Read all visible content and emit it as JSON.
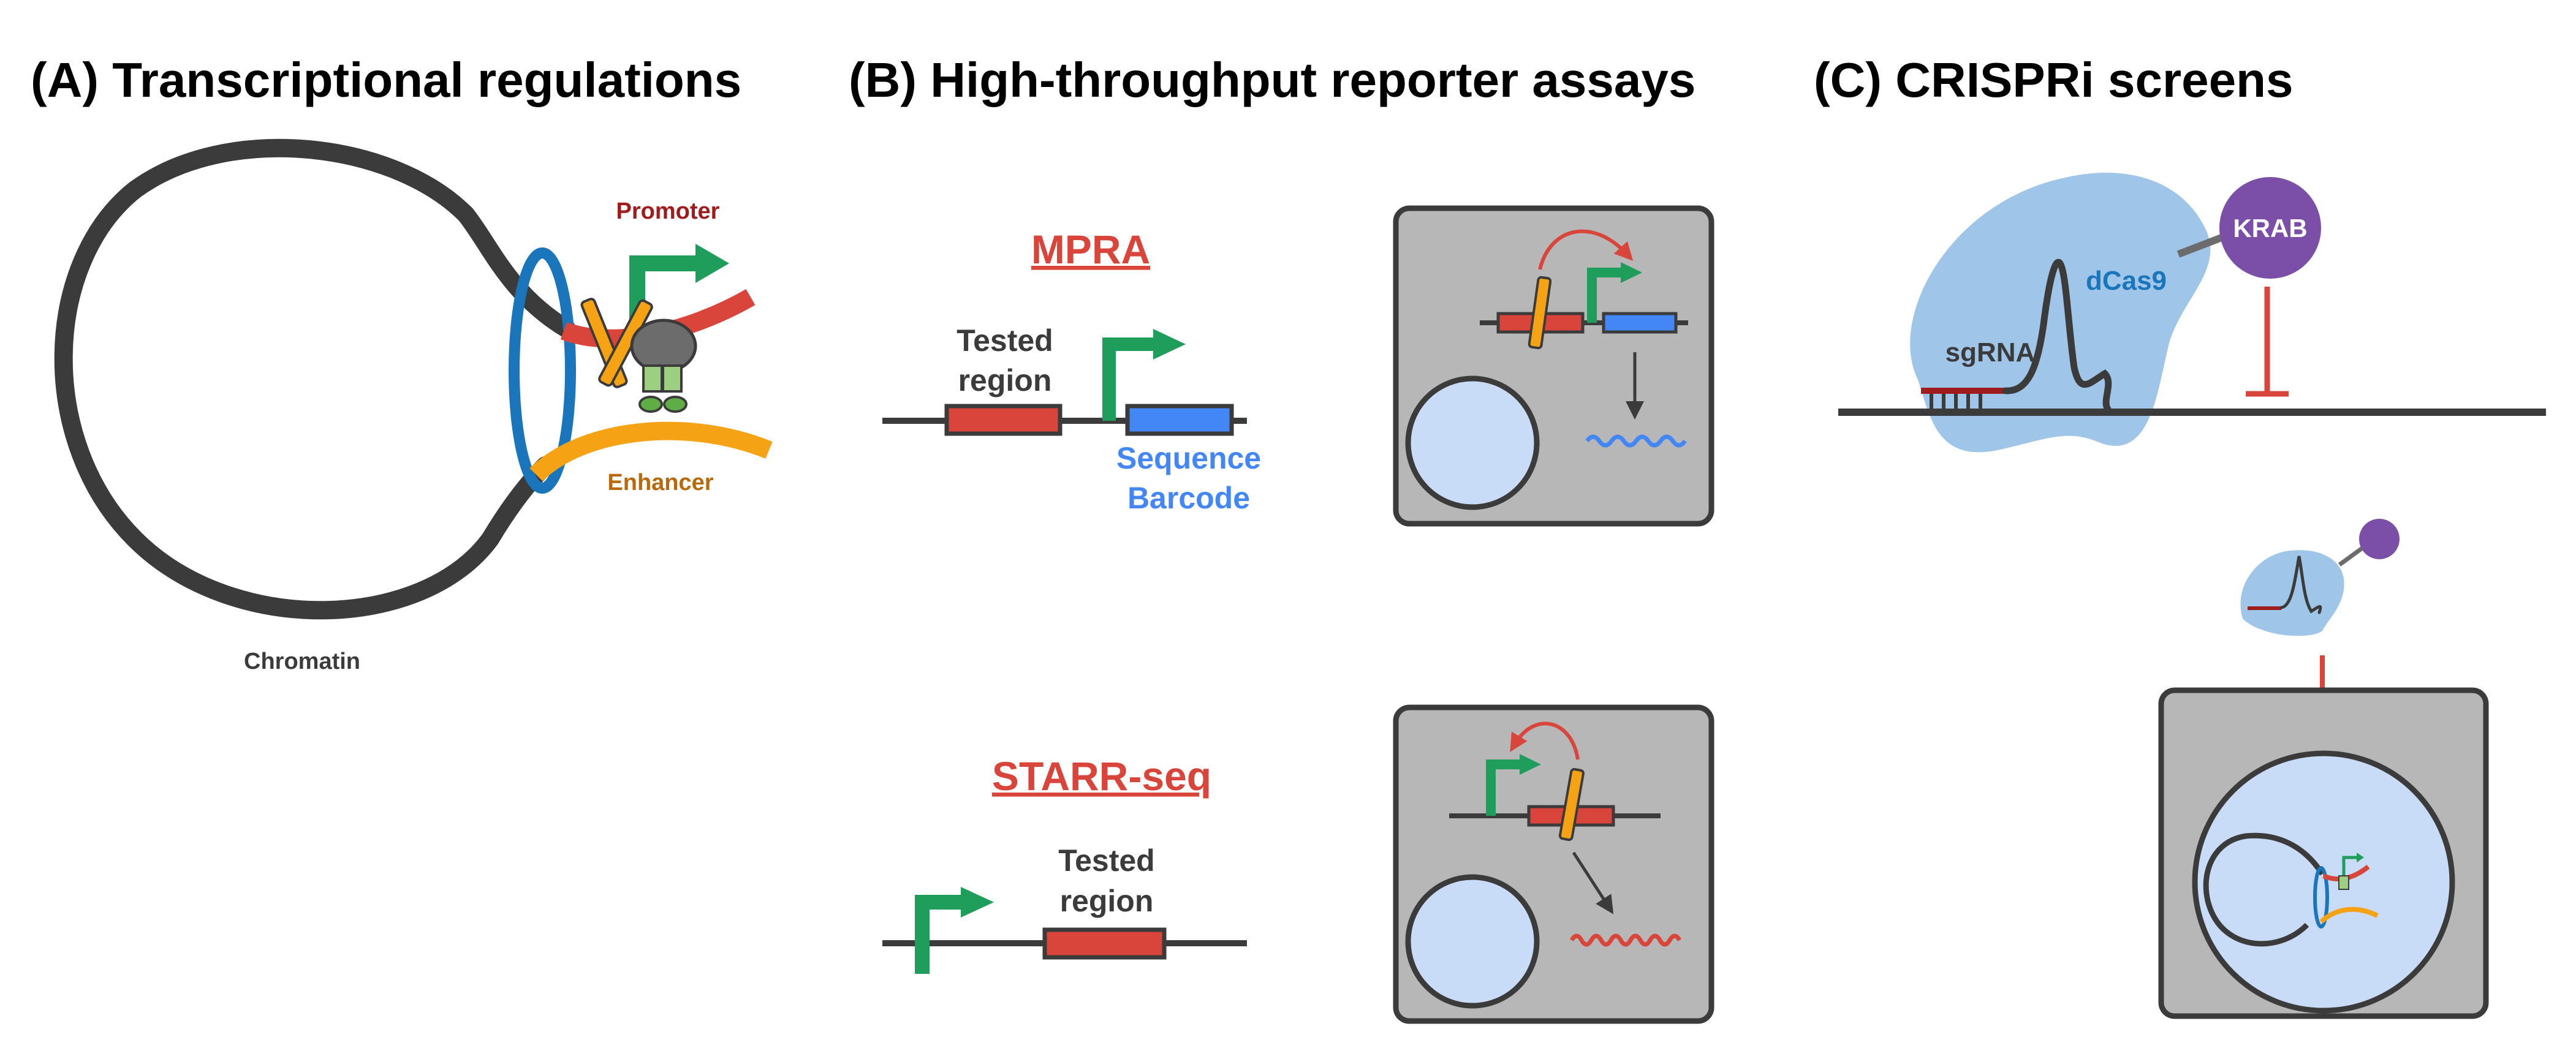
{
  "panels": {
    "a": {
      "title": "(A) Transcriptional regulations",
      "promoter": "Promoter",
      "enhancer": "Enhancer",
      "chromatin": "Chromatin"
    },
    "b": {
      "title": "(B) High-throughput reporter assays",
      "mpra": "MPRA",
      "mpra_tested_line1": "Tested",
      "mpra_tested_line2": "region",
      "barcode_line1": "Sequence",
      "barcode_line2": "Barcode",
      "starr": "STARR-seq",
      "starr_tested_line1": "Tested",
      "starr_tested_line2": "region"
    },
    "c": {
      "title": "(C) CRISPRi screens",
      "krab": "KRAB",
      "dcas9": "dCas9",
      "sgrna": "sgRNA"
    }
  },
  "colors": {
    "dark": "#3b3b3b",
    "promoter_red": "#d9453a",
    "promoter_label": "#a01c1c",
    "enhancer_orange": "#f5a315",
    "enhancer_label": "#b8690c",
    "green_arrow": "#1e9e5a",
    "insulator_blue": "#1b75bb",
    "barcode_blue": "#4287f5",
    "cell_gray": "#b7b7b7",
    "nucleus_blue": "#c9dcf7",
    "dcas9_blue": "#9fc5e8",
    "krab_purple": "#7b4fa8"
  }
}
